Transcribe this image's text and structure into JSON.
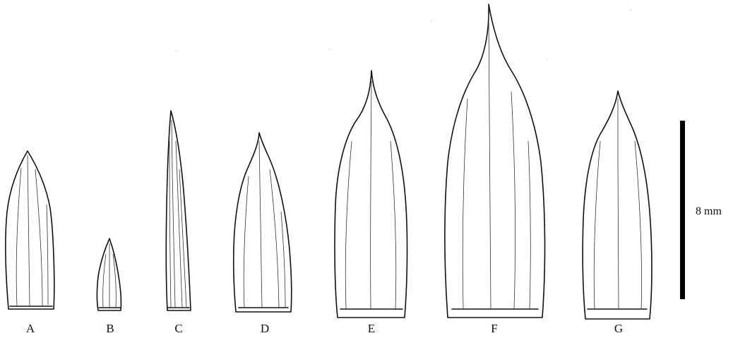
{
  "figure": {
    "panel_labels": [
      "A",
      "B",
      "C",
      "D",
      "E",
      "F",
      "G"
    ],
    "scale_bar": {
      "label": "8 mm",
      "color": "#000000"
    },
    "line_color": "#111111",
    "background": "#ffffff"
  }
}
